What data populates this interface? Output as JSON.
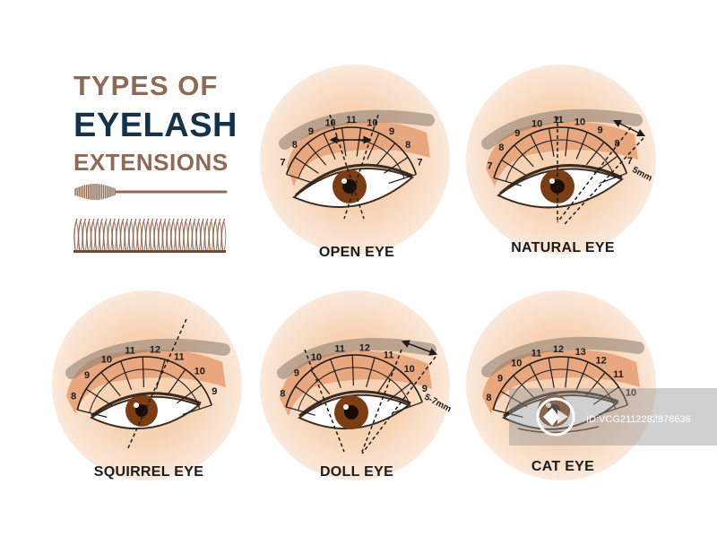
{
  "title": {
    "line1": "TYPES OF",
    "line2": "EYELASH",
    "line3": "EXTENSIONS"
  },
  "colors": {
    "title_brown": "#8e6a55",
    "title_navy": "#16324a",
    "skin": "#f5cfae",
    "iris": "#7a3d14",
    "lash": "#3a2a20"
  },
  "watermark": {
    "id_text": "ID:VCG2112282878636"
  },
  "cards": [
    {
      "label": "OPEN EYE",
      "lengths": [
        "7",
        "8",
        "9",
        "10",
        "11",
        "10",
        "9",
        "8",
        "7"
      ],
      "extra": ""
    },
    {
      "label": "NATURAL EYE",
      "lengths": [
        "7",
        "8",
        "9",
        "10",
        "11",
        "10",
        "9",
        "8",
        "7"
      ],
      "extra": "5mm"
    },
    {
      "label": "SQUIRREL EYE",
      "lengths": [
        "8",
        "9",
        "10",
        "11",
        "12",
        "11",
        "10",
        "9"
      ],
      "extra": ""
    },
    {
      "label": "DOLL EYE",
      "lengths": [
        "8",
        "9",
        "10",
        "11",
        "12",
        "11",
        "10",
        "9"
      ],
      "extra": "5-7mm"
    },
    {
      "label": "CAT EYE",
      "lengths": [
        "8",
        "9",
        "10",
        "11",
        "12",
        "13",
        "12",
        "11",
        "10"
      ],
      "extra": ""
    }
  ]
}
